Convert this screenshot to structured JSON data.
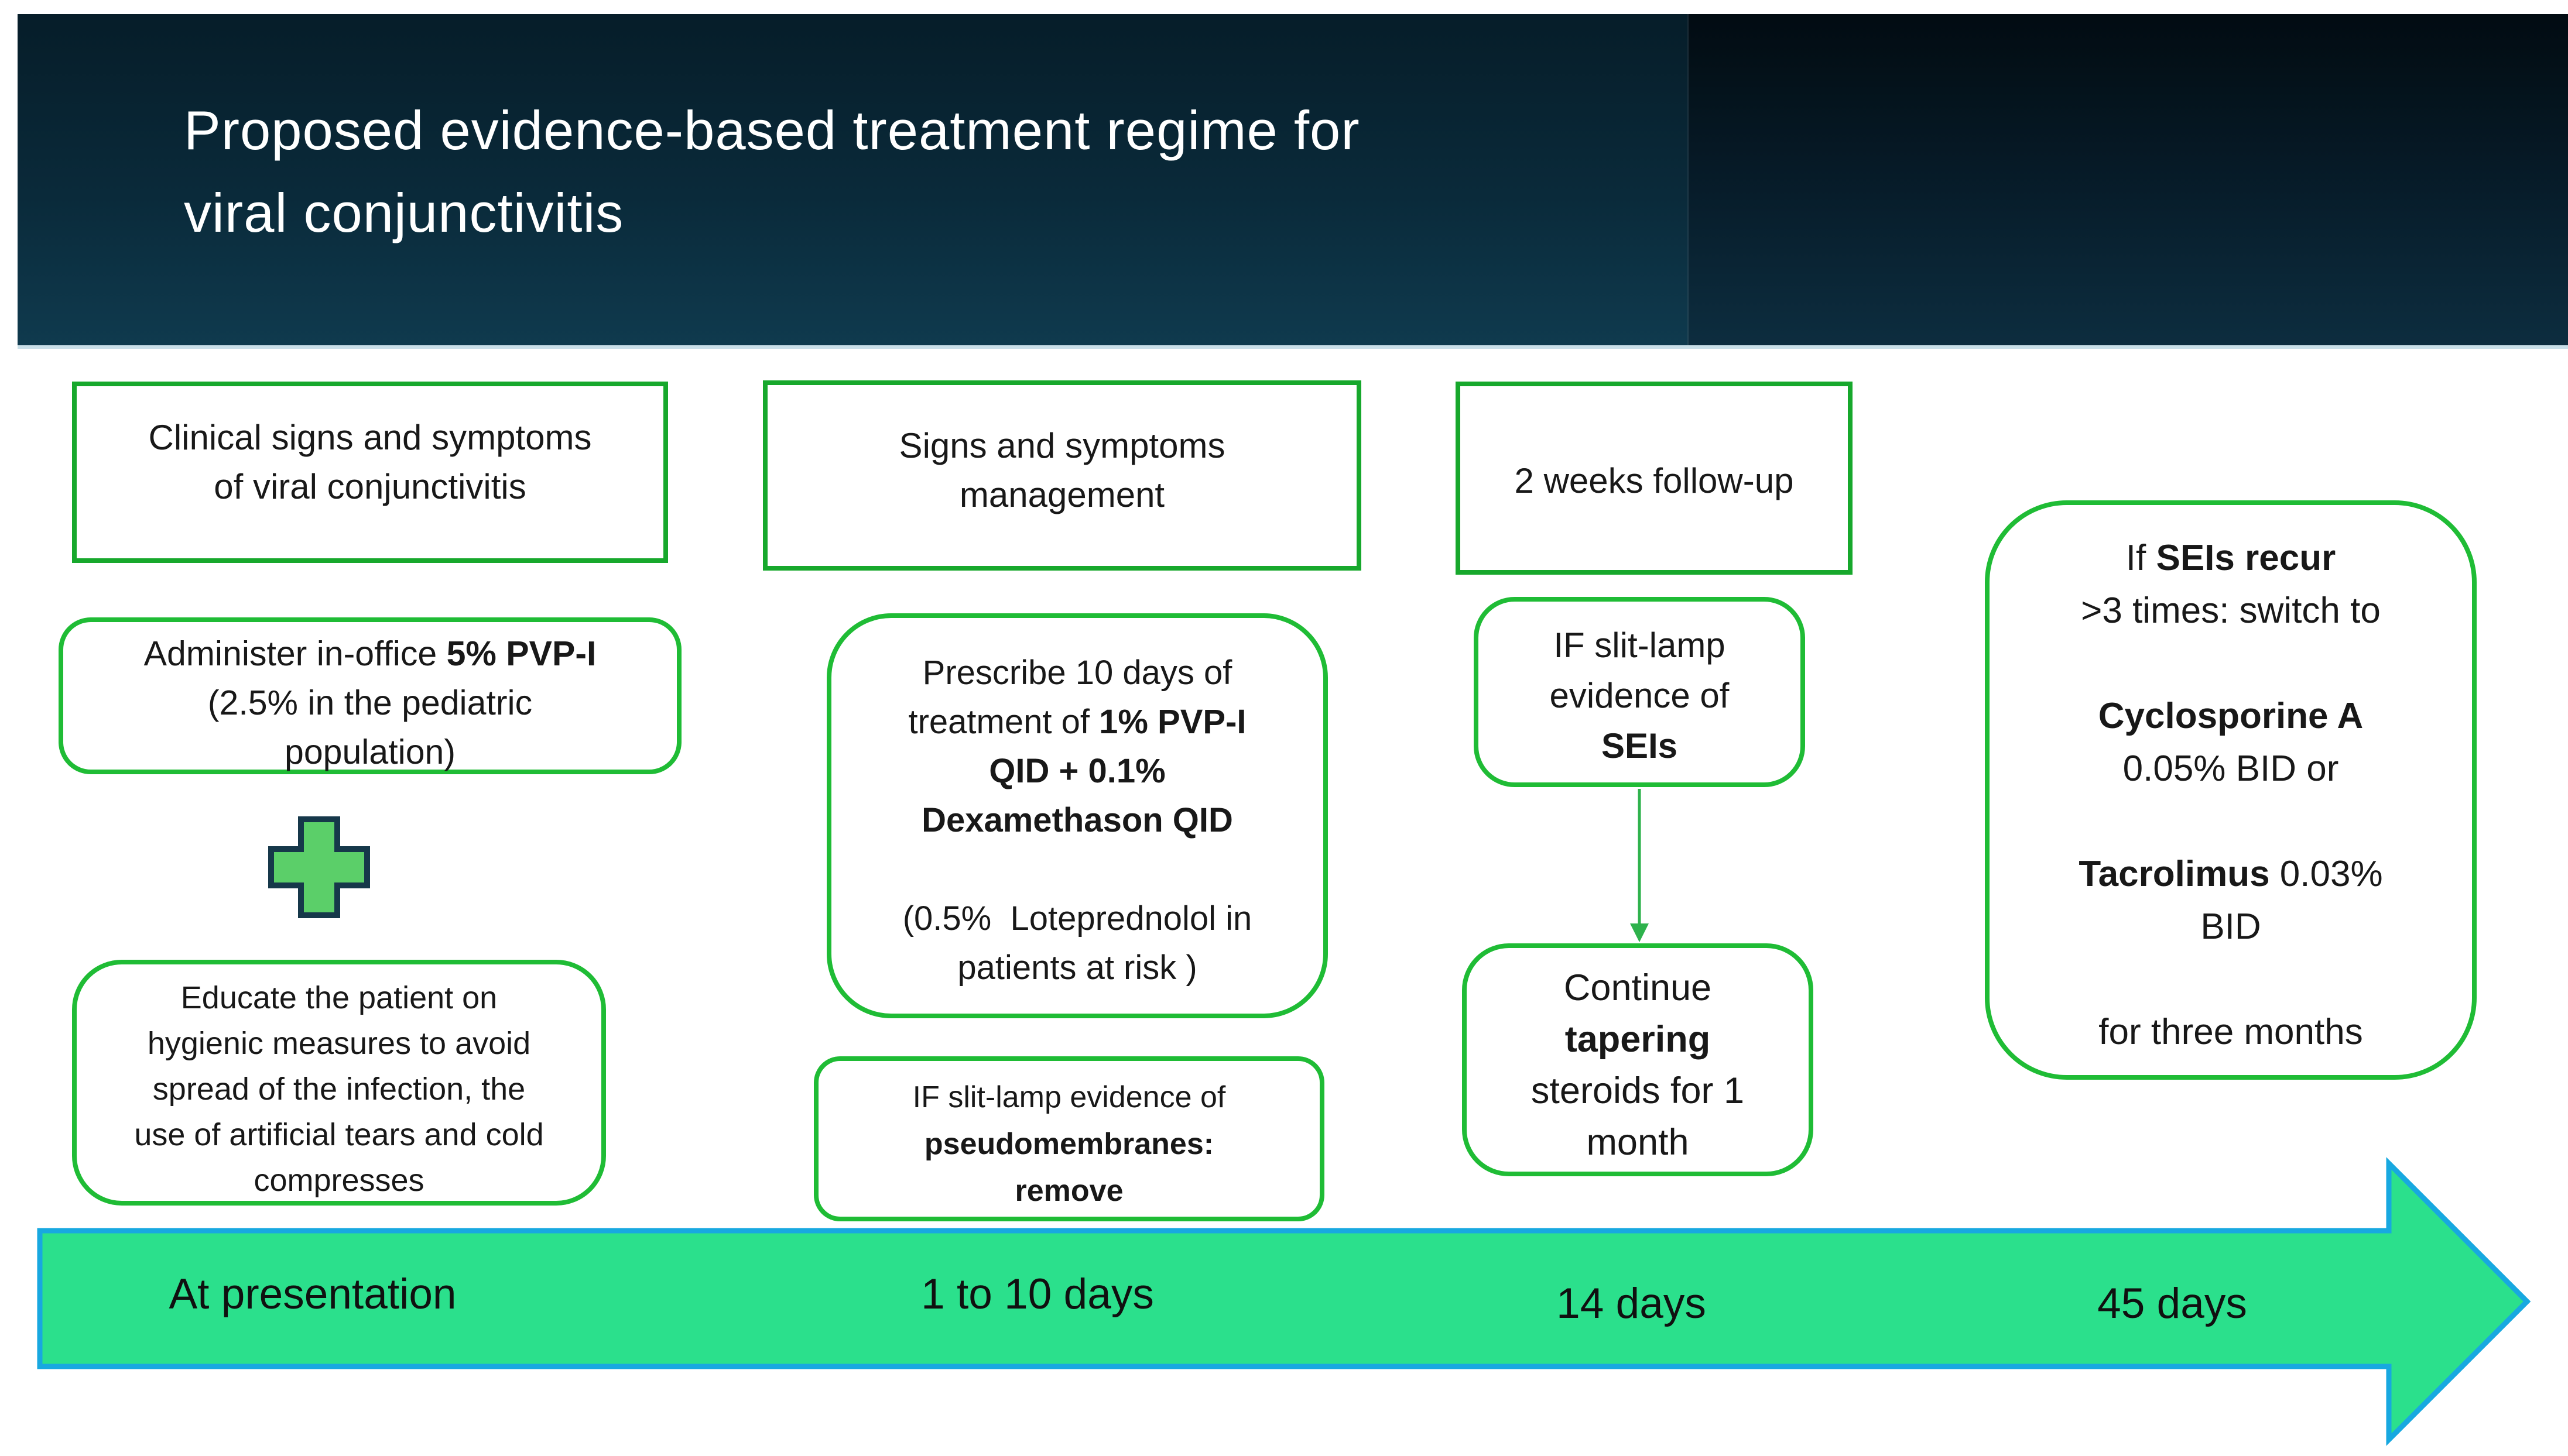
{
  "title": {
    "lines": [
      [
        {
          "t": "Proposed evidence-based treatment regime for"
        }
      ],
      [
        {
          "t": "viral conjunctivitis"
        }
      ]
    ]
  },
  "colors": {
    "rect_border_green": "#17a82c",
    "rounded_border_green": "#1fbc35",
    "plus_fill": "#5bcf69",
    "plus_outline": "#16384a",
    "connector_green": "#2eb24c",
    "timeline_fill": "#2be08c",
    "timeline_border": "#18a8e0",
    "banner_top": "#061d29",
    "banner_bottom": "#0f3a4e",
    "banner_edge_line": "#c9dfe8",
    "title_text": "#ffffff",
    "body_text": "#181818"
  },
  "columns": {
    "c1": {
      "header": [
        [
          {
            "t": "Clinical signs and symptoms"
          }
        ],
        [
          {
            "t": "of viral conjunctivitis"
          }
        ]
      ],
      "box_pvpi": [
        [
          {
            "t": "Administer in-office "
          },
          {
            "t": "5% PVP-I",
            "b": 1
          }
        ],
        [
          {
            "t": "(2.5% in the pediatric"
          }
        ],
        [
          {
            "t": "population)"
          }
        ]
      ],
      "box_educate": [
        [
          {
            "t": "Educate the patient on"
          }
        ],
        [
          {
            "t": "hygienic measures to avoid"
          }
        ],
        [
          {
            "t": "spread of the infection, the"
          }
        ],
        [
          {
            "t": "use of artificial tears and cold"
          }
        ],
        [
          {
            "t": "compresses"
          }
        ]
      ]
    },
    "c2": {
      "header": [
        [
          {
            "t": "Signs and symptoms"
          }
        ],
        [
          {
            "t": "management"
          }
        ]
      ],
      "box_prescribe": [
        [
          {
            "t": "Prescribe 10 days of"
          }
        ],
        [
          {
            "t": "treatment of "
          },
          {
            "t": "1% PVP-I",
            "b": 1
          }
        ],
        [
          {
            "t": "QID + 0.1%",
            "b": 1
          }
        ],
        [
          {
            "t": "Dexamethason QID",
            "b": 1
          }
        ],
        [],
        [
          {
            "t": "(0.5%  Loteprednolol in"
          }
        ],
        [
          {
            "t": "patients at risk )"
          }
        ]
      ],
      "box_pseudo": [
        [
          {
            "t": "IF slit-lamp evidence of"
          }
        ],
        [
          {
            "t": "pseudomembranes:",
            "b": 1
          }
        ],
        [
          {
            "t": "remove",
            "b": 1
          }
        ]
      ]
    },
    "c3": {
      "header": [
        [
          {
            "t": "2 weeks follow-up"
          }
        ]
      ],
      "box_sei": [
        [
          {
            "t": "IF slit-lamp"
          }
        ],
        [
          {
            "t": "evidence of"
          }
        ],
        [
          {
            "t": "SEIs",
            "b": 1
          }
        ]
      ],
      "box_taper": [
        [
          {
            "t": "Continue"
          }
        ],
        [
          {
            "t": "tapering",
            "b": 1
          }
        ],
        [
          {
            "t": "steroids for 1"
          }
        ],
        [
          {
            "t": "month"
          }
        ]
      ]
    },
    "c4": {
      "box_recur": [
        [
          {
            "t": "If "
          },
          {
            "t": "SEIs recur",
            "b": 1
          }
        ],
        [
          {
            "t": ">3 times: switch to"
          }
        ],
        [],
        [
          {
            "t": "Cyclosporine A",
            "b": 1
          }
        ],
        [
          {
            "t": "0.05% BID or"
          }
        ],
        [],
        [
          {
            "t": "Tacrolimus ",
            "b": 1
          },
          {
            "t": "0.03%"
          }
        ],
        [
          {
            "t": "BID"
          }
        ],
        [],
        [
          {
            "t": "for three months"
          }
        ]
      ]
    }
  },
  "timeline": {
    "labels": [
      "At presentation",
      "1 to 10 days",
      "14 days",
      "45 days"
    ]
  }
}
